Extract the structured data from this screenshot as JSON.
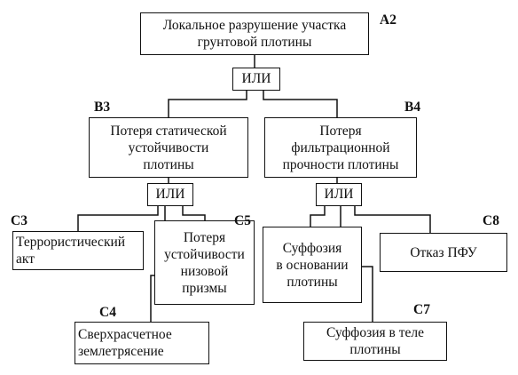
{
  "nodes": {
    "A2": {
      "code": "А2",
      "label": "Локальное разрушение участка\nгрунтовой плотины"
    },
    "B3": {
      "code": "В3",
      "label": "Потеря статической\nустойчивости\nплотины"
    },
    "B4": {
      "code": "В4",
      "label": "Потеря\nфильтрационной\nпрочности плотины"
    },
    "C3": {
      "code": "С3",
      "label": "Террористический\nакт"
    },
    "C5": {
      "code": "С5",
      "label": "Потеря\nустойчивости\nнизовой\nпризмы"
    },
    "C4": {
      "code": "С4",
      "label": "Сверхрасчетное\nземлетрясение"
    },
    "C6": {
      "label": "Суффозия\nв основании\nплотины"
    },
    "C8": {
      "code": "С8",
      "label": "Отказ ПФУ"
    },
    "C7": {
      "code": "С7",
      "label": "Суффозия в теле\nплотины"
    }
  },
  "gates": {
    "top": "ИЛИ",
    "left": "ИЛИ",
    "right": "ИЛИ"
  }
}
